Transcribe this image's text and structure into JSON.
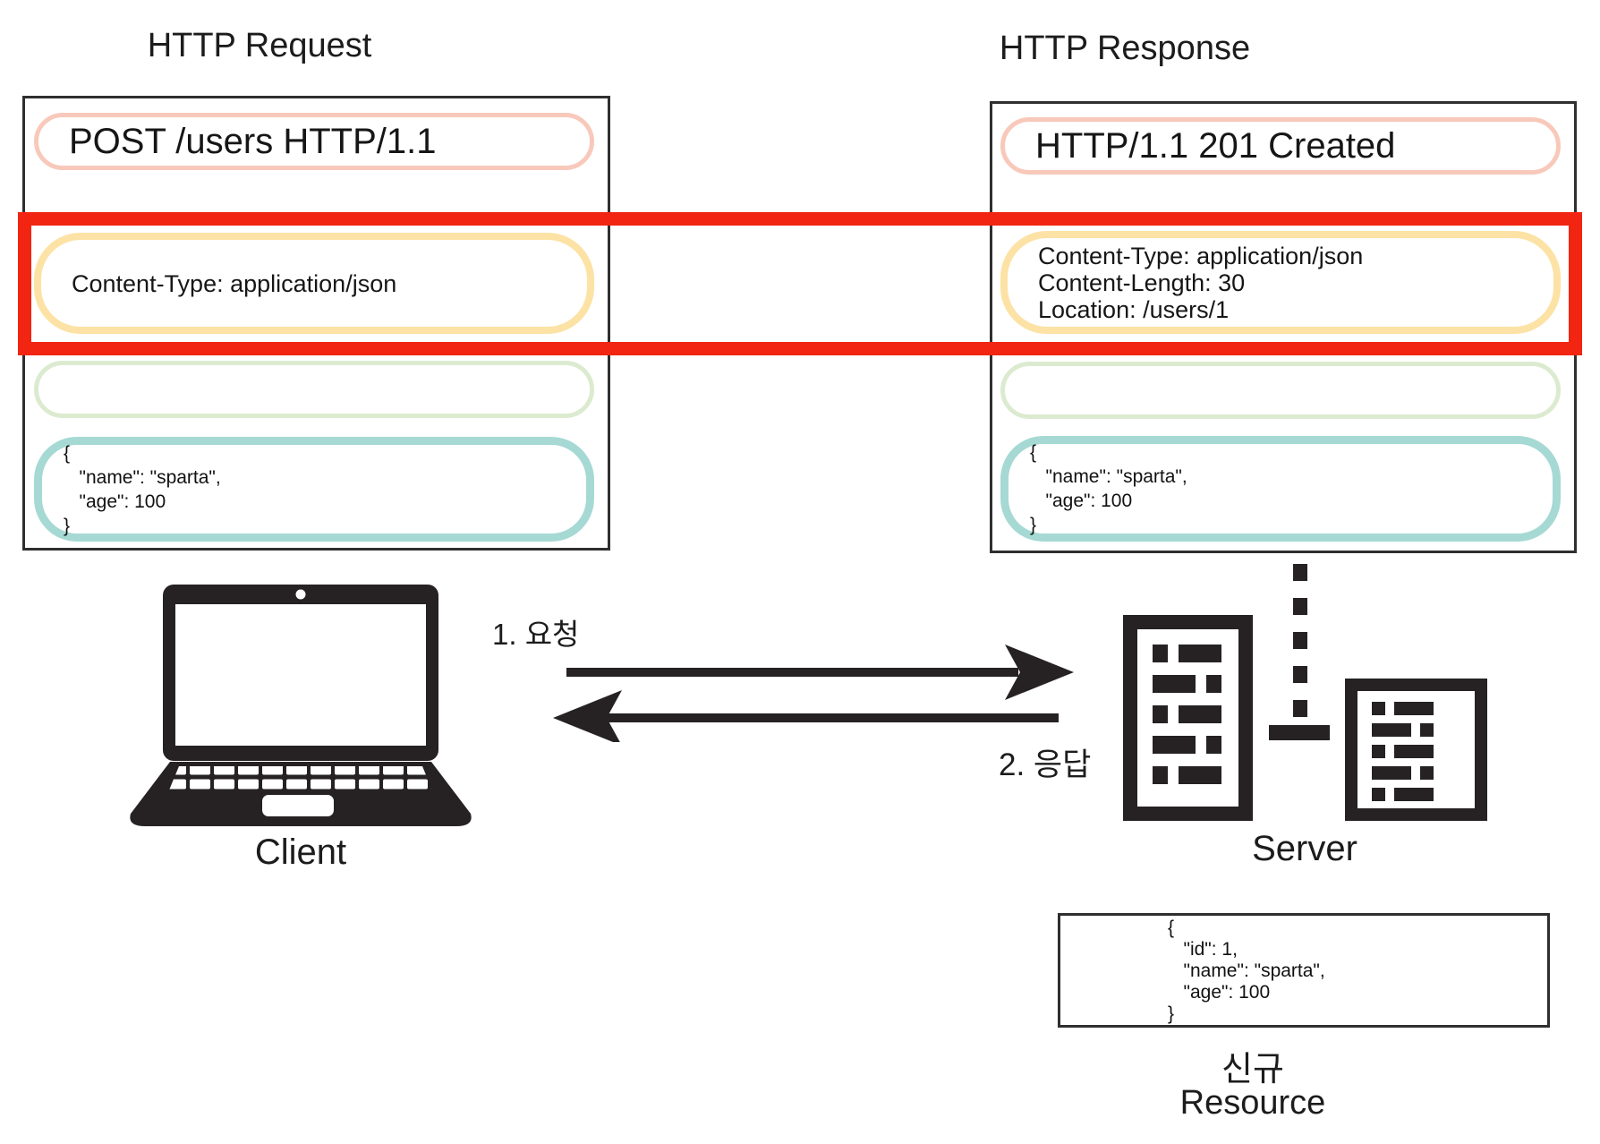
{
  "request_panel": {
    "title": "HTTP Request",
    "start_line": "POST /users HTTP/1.1",
    "header_lines": [
      "Content-Type: application/json"
    ],
    "body_lines": [
      "{",
      "   \"name\": \"sparta\",",
      "   \"age\": 100",
      "}"
    ]
  },
  "response_panel": {
    "title": "HTTP Response",
    "start_line": "HTTP/1.1 201 Created",
    "header_lines": [
      "Content-Type: application/json",
      "Content-Length: 30",
      "Location: /users/1"
    ],
    "body_lines": [
      "{",
      "   \"name\": \"sparta\",",
      "   \"age\": 100",
      "}"
    ]
  },
  "flow": {
    "request_arrow_label": "1. 요청",
    "response_arrow_label": "2. 응답",
    "client_label": "Client",
    "server_label": "Server"
  },
  "new_resource": {
    "body_lines": [
      "{",
      "   \"id\": 1,",
      "   \"name\": \"sparta\",",
      "   \"age\": 100",
      "}"
    ],
    "caption_line1": "신규",
    "caption_line2": "Resource"
  },
  "colors": {
    "highlight_red": "#f12511",
    "pill_pink_border": "#f8c9bb",
    "pill_yellow_border": "#fce2a4",
    "pill_green_border": "#dcebd0",
    "pill_teal_border": "#a6d9d4",
    "panel_border": "#2f2f2f",
    "icon_black": "#262223"
  }
}
